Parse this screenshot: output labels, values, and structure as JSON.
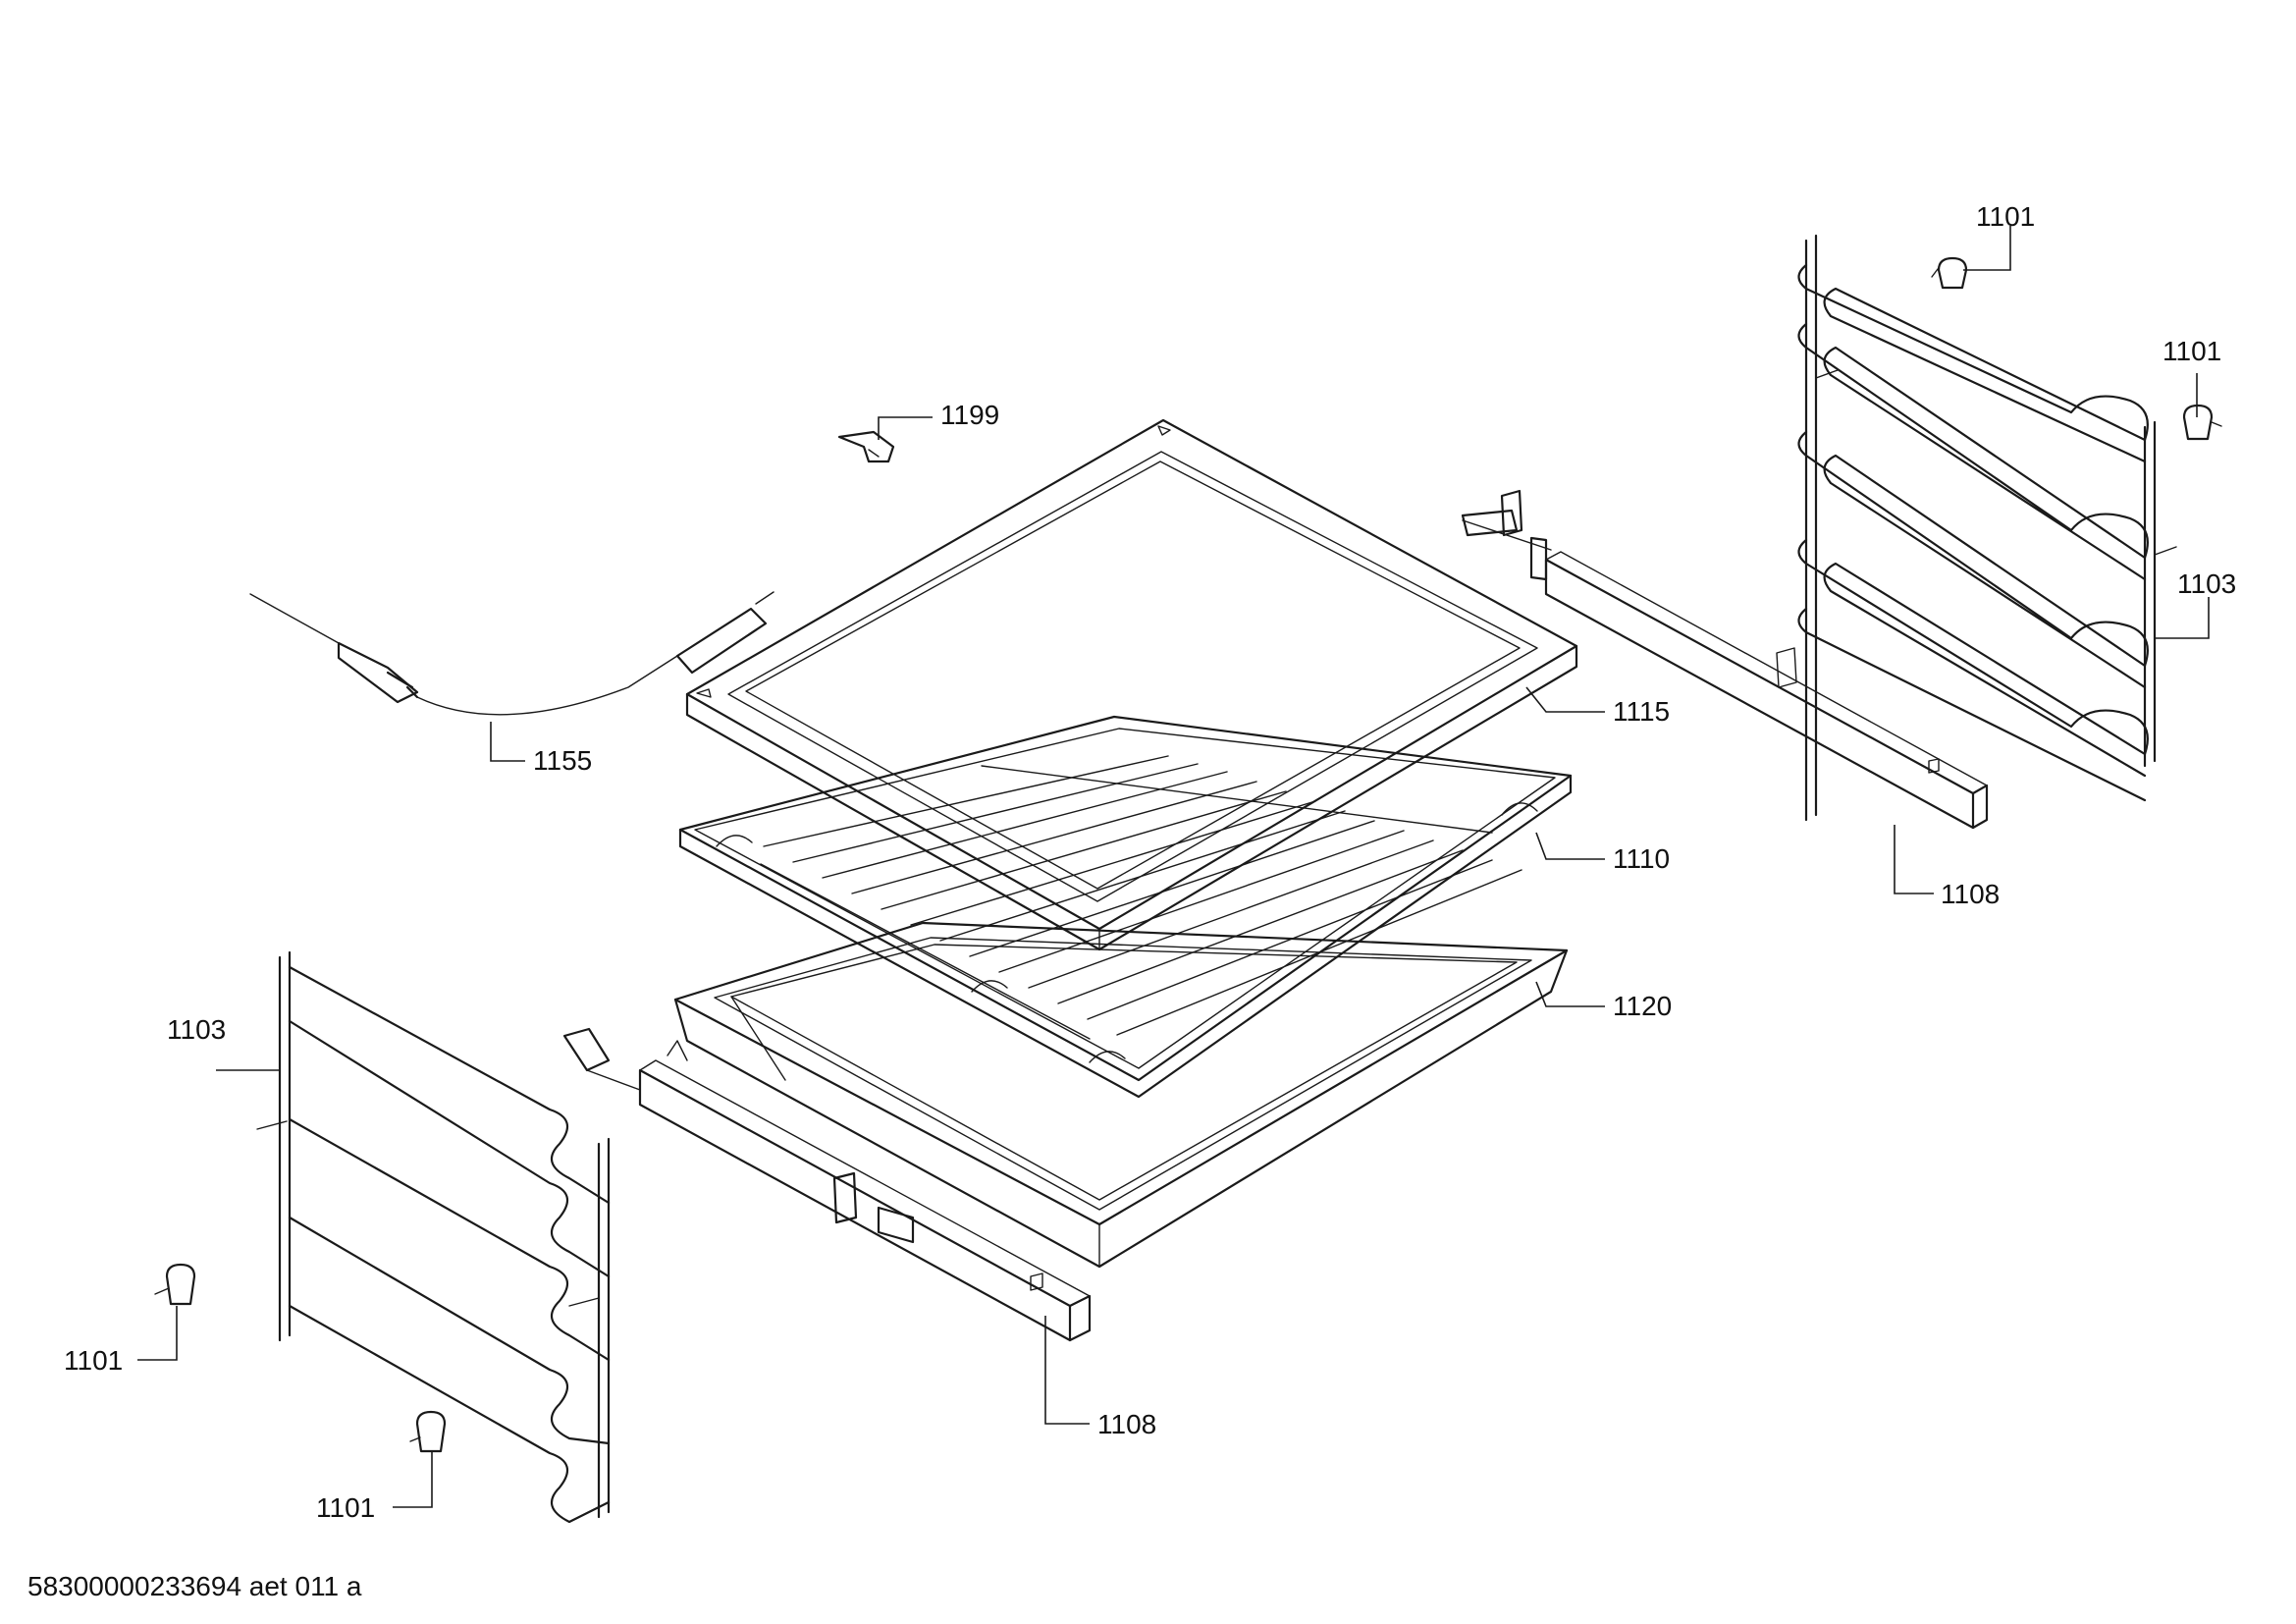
{
  "callouts": {
    "c1101_top": "1101",
    "c1101_right": "1101",
    "c1103_right": "1103",
    "c1199": "1199",
    "c1155": "1155",
    "c1115": "1115",
    "c1110": "1110",
    "c1108_right": "1108",
    "c1120": "1120",
    "c1103_left": "1103",
    "c1101_left": "1101",
    "c1108_bottom": "1108",
    "c1101_bottom": "1101"
  },
  "document_ref": "58300000233694 aet 011 a"
}
